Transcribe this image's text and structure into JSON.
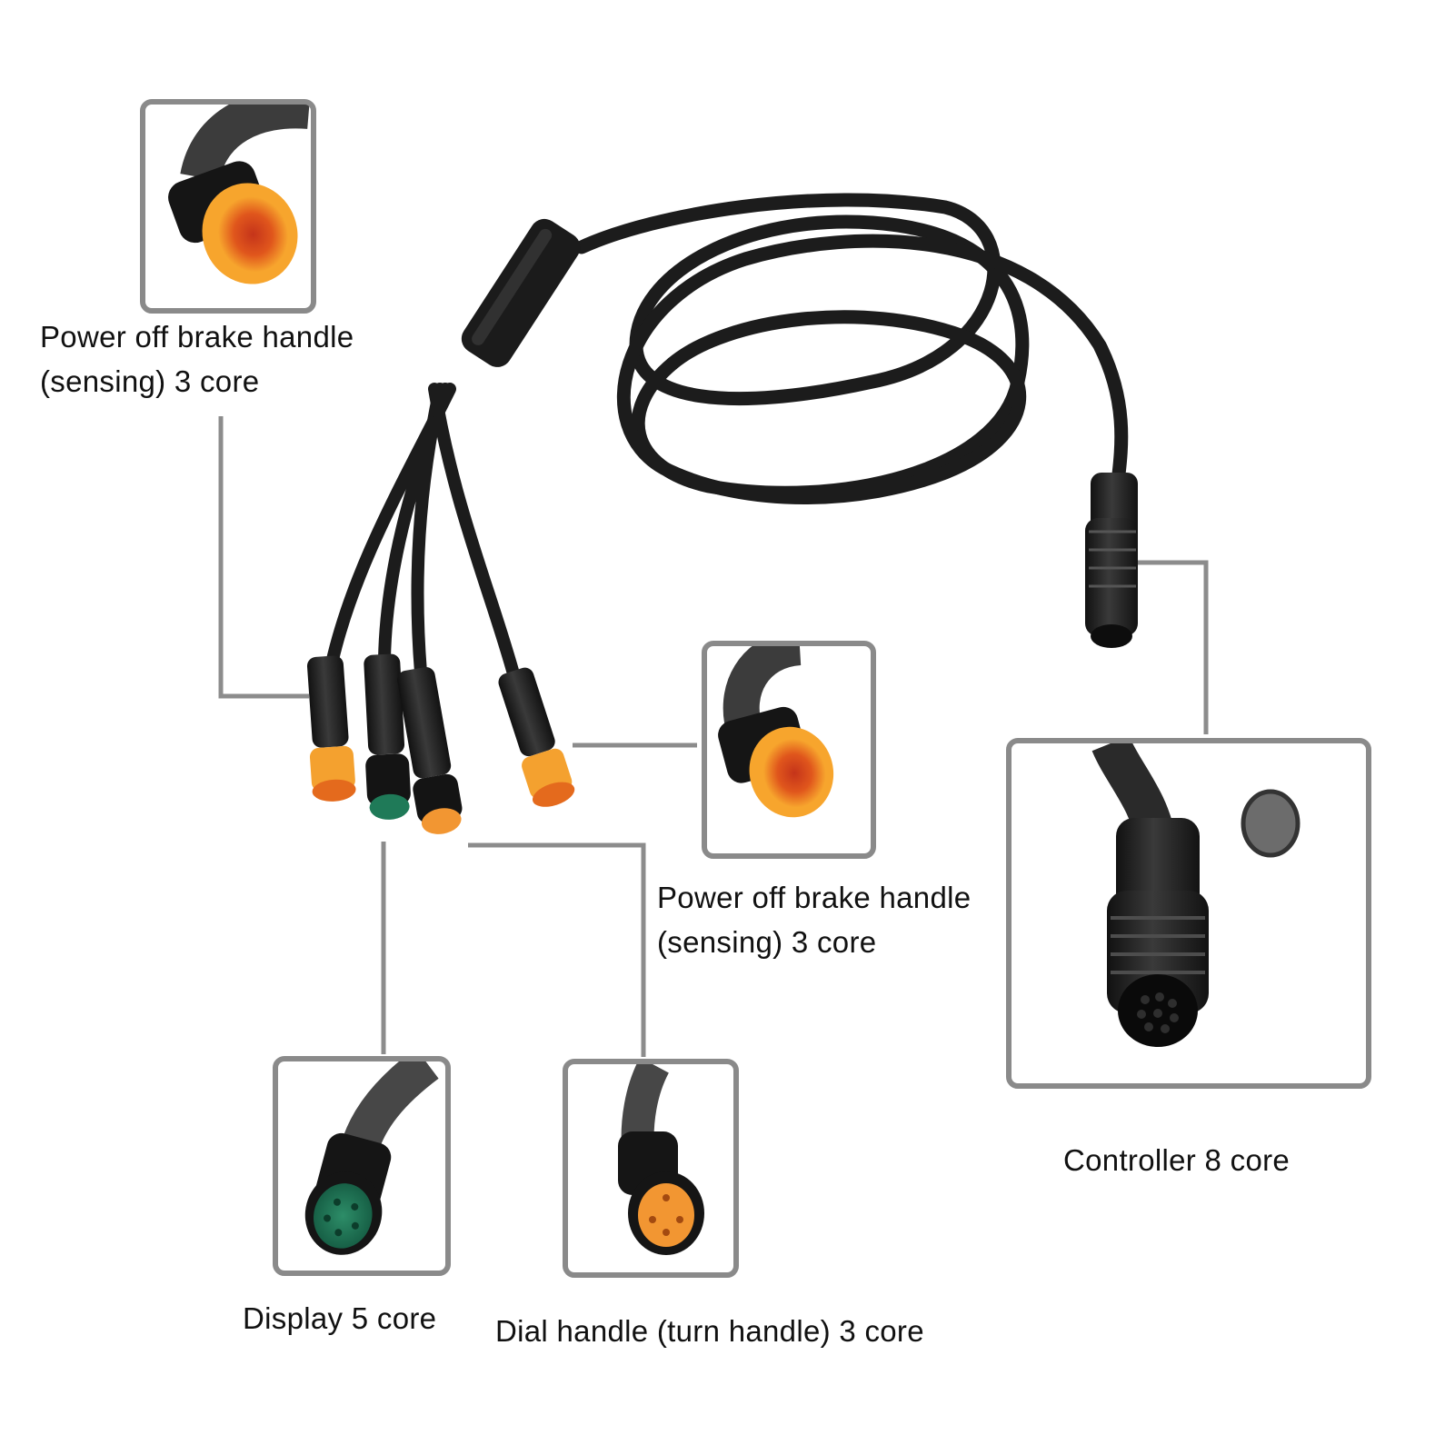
{
  "colors": {
    "background": "#ffffff",
    "cable": "#1c1c1c",
    "frame": "#8a8a8a",
    "leader_line": "#8c8c8c",
    "connector_orange": "#f39a2b",
    "connector_orange_dark": "#d2561a",
    "connector_green": "#1f7a58"
  },
  "labels": {
    "brake_left": {
      "line1": "Power off brake handle",
      "line2": "(sensing) 3 core"
    },
    "brake_right": {
      "line1": "Power off brake handle",
      "line2": "(sensing) 3 core"
    },
    "controller": "Controller 8 core",
    "display": "Display 5 core",
    "dial": "Dial handle (turn handle) 3 core"
  },
  "icons": {
    "brake_left_inset": "orange-3pin-connector-icon",
    "brake_right_inset": "orange-3pin-connector-icon",
    "controller_inset": "black-8pin-connector-icon",
    "display_inset": "green-5pin-connector-icon",
    "dial_inset": "orange-3pin-connector-icon"
  }
}
